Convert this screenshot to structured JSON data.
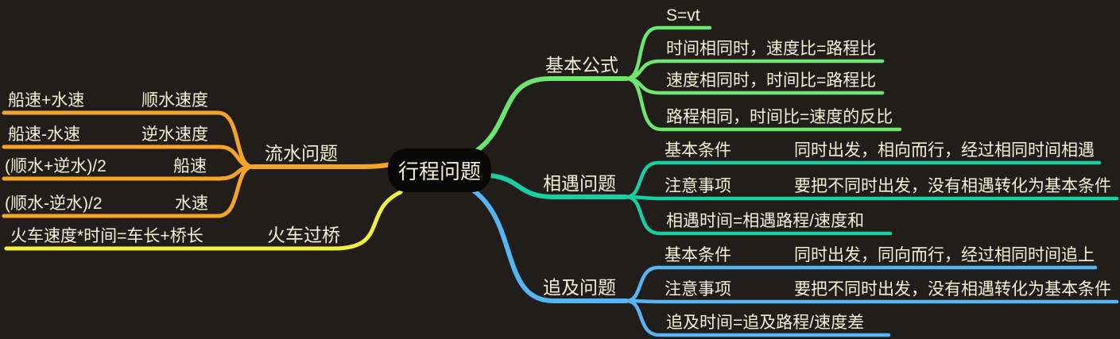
{
  "title": "行程问题",
  "colors": {
    "background": "#211d1a",
    "node_bg": "#070707",
    "text": "#f5f1d8",
    "orange": "#f5a42a",
    "yellow": "#f0f041",
    "green": "#6de56f",
    "teal": "#17cfa0",
    "blue": "#55b6f2"
  },
  "center": {
    "label": "行程问题"
  },
  "branches": {
    "water_flow": {
      "label": "流水问题",
      "rows": [
        {
          "formula": "船速+水速",
          "name": "顺水速度"
        },
        {
          "formula": "船速-水速",
          "name": "逆水速度"
        },
        {
          "formula": "(顺水+逆水)/2",
          "name": "船速"
        },
        {
          "formula": "(顺水-逆水)/2",
          "name": "水速"
        }
      ]
    },
    "train_bridge": {
      "label": "火车过桥",
      "formula": "火车速度*时间=车长+桥长"
    },
    "basic_formulas": {
      "label": "基本公式",
      "items": [
        "S=vt",
        "时间相同时，速度比=路程比",
        "速度相同时，时间比=路程比",
        "路程相同，时间比=速度的反比"
      ]
    },
    "meeting": {
      "label": "相遇问题",
      "rows": [
        {
          "key": "基本条件",
          "value": "同时出发，相向而行，经过相同时间相遇"
        },
        {
          "key": "注意事项",
          "value": "要把不同时出发，没有相遇转化为基本条件"
        }
      ],
      "formula": "相遇时间=相遇路程/速度和"
    },
    "chase": {
      "label": "追及问题",
      "rows": [
        {
          "key": "基本条件",
          "value": "同时出发，同向而行，经过相同时间追上"
        },
        {
          "key": "注意事项",
          "value": "要把不同时出发，没有相遇转化为基本条件"
        }
      ],
      "formula": "追及时间=追及路程/速度差"
    }
  }
}
